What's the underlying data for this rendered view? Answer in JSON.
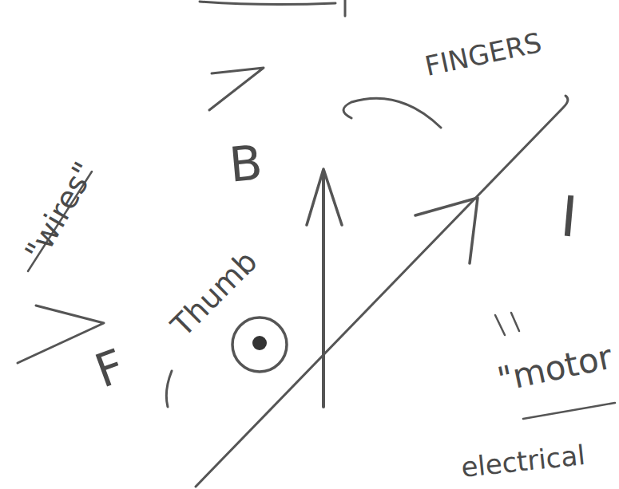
{
  "diagram": {
    "labels": [
      "FINGERS",
      "B",
      "I",
      "F",
      "Thumb",
      "\"wires\"",
      "\"motor",
      "electrical"
    ]
  }
}
